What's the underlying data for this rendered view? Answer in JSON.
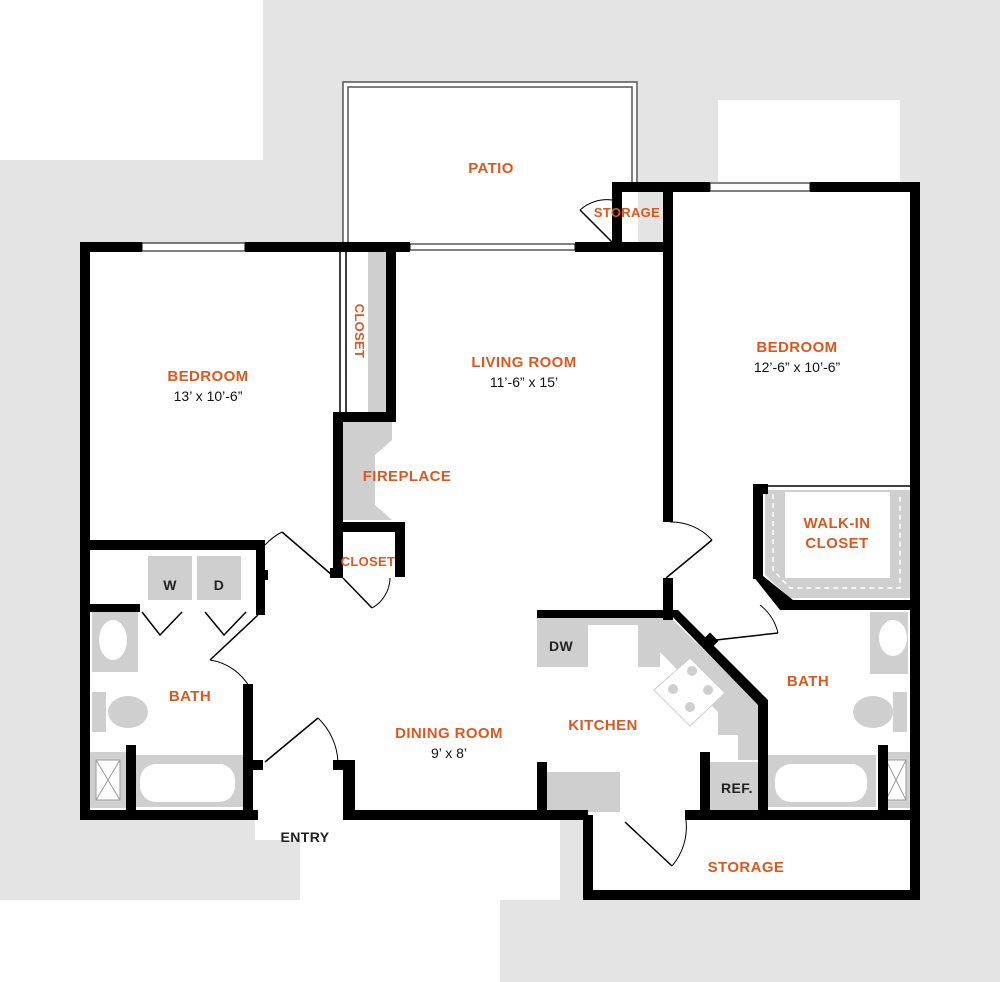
{
  "colors": {
    "label": "#e0561f",
    "wall": "#000000",
    "background_shade": "#e4e4e4",
    "fixture": "#cfcfcf"
  },
  "rooms": {
    "patio": "PATIO",
    "patio_storage": "STORAGE",
    "bedroom_left": {
      "name": "BEDROOM",
      "size": "13’ x 10’-6”"
    },
    "closet_left": "CLOSET",
    "living_room": {
      "name": "LIVING ROOM",
      "size": "11’-6” x 15’"
    },
    "bedroom_right": {
      "name": "BEDROOM",
      "size": "12’-6” x 10’-6”"
    },
    "fireplace": "FIREPLACE",
    "closet_entry": "CLOSET",
    "walk_in_closet": {
      "line1": "WALK-IN",
      "line2": "CLOSET"
    },
    "bath_left": "BATH",
    "bath_right": "BATH",
    "dining_room": {
      "name": "DINING ROOM",
      "size": "9’ x 8’"
    },
    "kitchen": "KITCHEN",
    "storage_bottom": "STORAGE",
    "entry": "ENTRY"
  },
  "appliances": {
    "washer": "W",
    "dryer": "D",
    "dishwasher": "DW",
    "refrigerator": "REF."
  }
}
